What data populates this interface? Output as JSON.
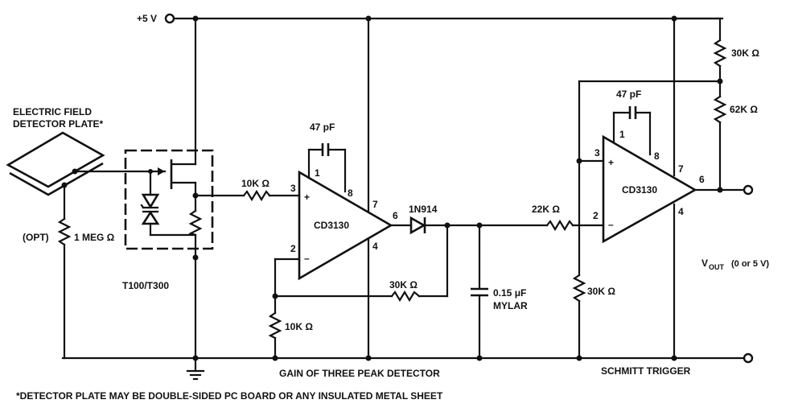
{
  "supply": {
    "label": "+5 V"
  },
  "detector_plate": {
    "line1": "ELECTRIC FIELD",
    "line2": "DETECTOR PLATE*"
  },
  "input_resistor": {
    "label": "1 MEG Ω",
    "option": "(OPT)"
  },
  "fet_module": {
    "label": "T100/T300"
  },
  "peak_detector": {
    "input_resistor": "10K Ω",
    "feedback_cap": "47 pF",
    "opamp": "CD3130",
    "pins": {
      "p1": "1",
      "p2": "2",
      "p3": "3",
      "p4": "4",
      "p6": "6",
      "p7": "7",
      "p8": "8"
    },
    "diode": "1N914",
    "feedback_resistor": "30K Ω",
    "ground_resistor": "10K Ω",
    "hold_cap_value": "0.15 μF",
    "hold_cap_type": "MYLAR",
    "caption": "GAIN OF THREE PEAK DETECTOR"
  },
  "schmitt": {
    "input_resistor": "22K Ω",
    "feedback_cap": "47 pF",
    "opamp": "CD3130",
    "pins": {
      "p1": "1",
      "p2": "2",
      "p3": "3",
      "p4": "4",
      "p6": "6",
      "p7": "7",
      "p8": "8"
    },
    "top_resistor": "30K Ω",
    "feedback_resistor": "62K Ω",
    "ground_resistor": "30K Ω",
    "caption": "SCHMITT TRIGGER"
  },
  "output": {
    "label_v": "V",
    "label_sub": "OUT",
    "label_rest": "(0 or 5 V)"
  },
  "footnote": "*DETECTOR PLATE MAY BE DOUBLE-SIDED PC BOARD OR ANY INSULATED METAL SHEET"
}
